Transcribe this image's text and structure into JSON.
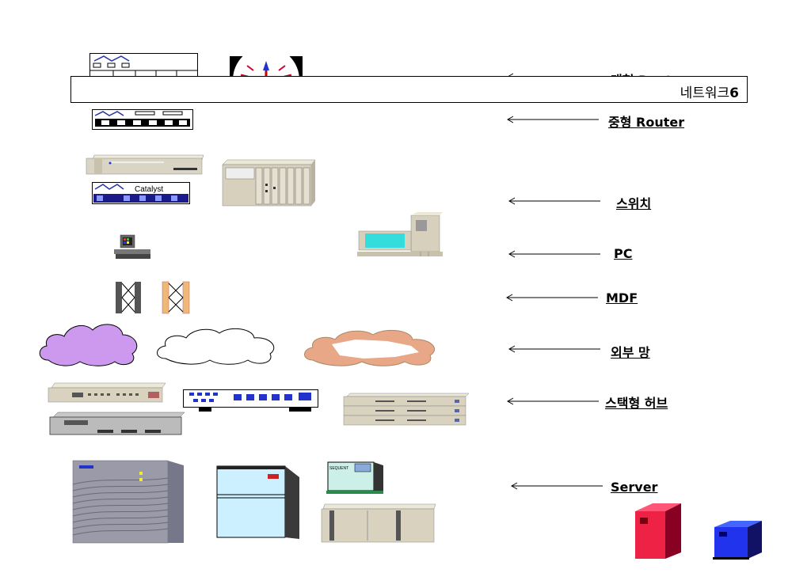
{
  "title": {
    "text": "네트워크",
    "number": "6"
  },
  "labels": {
    "large_router": "대형 Router",
    "mid_router": "중형 Router",
    "switch": "스위치",
    "pc": "PC",
    "mdf": "MDF",
    "external": "외부 망",
    "stack_hub": "스택형 허브",
    "server": "Server"
  },
  "device_text": {
    "catalyst": "Catalyst",
    "sequent": "SEQUENT"
  }
}
